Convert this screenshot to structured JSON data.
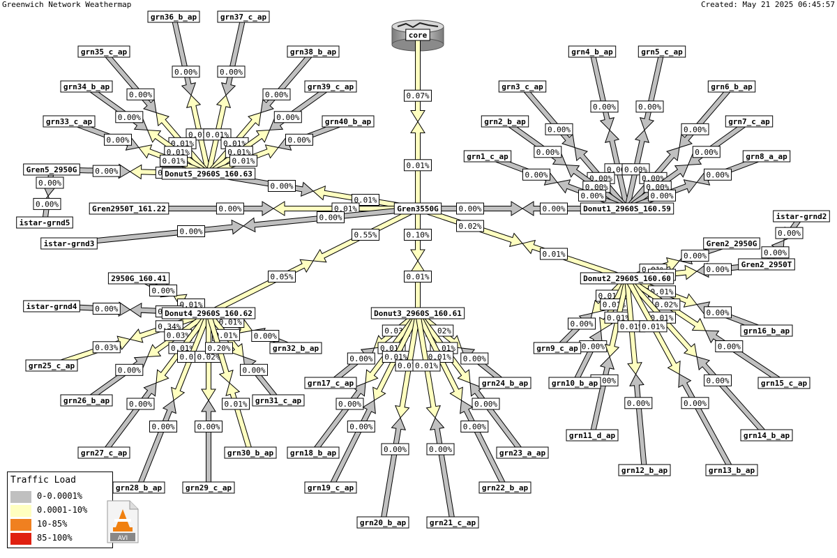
{
  "header": {
    "title": "Greenwich Network Weathermap",
    "created": "Created: May 21 2025 06:45:57"
  },
  "legend": {
    "title": "Traffic Load",
    "items": [
      {
        "label": "0-0.0001%",
        "color": "#c0c0c0"
      },
      {
        "label": "0.0001-10%",
        "color": "#ffffc0"
      },
      {
        "label": "10-85%",
        "color": "#f08020"
      },
      {
        "label": "85-100%",
        "color": "#e02010"
      }
    ]
  },
  "colors": {
    "grey": "#c0c0c0",
    "yellow": "#ffffc0"
  },
  "avi_label": "AVI",
  "nodes": [
    {
      "id": "core",
      "label": "core"
    },
    {
      "id": "gren3550",
      "label": "Gren3550G"
    },
    {
      "id": "d5",
      "label": "Donut5_2960S_160.63"
    },
    {
      "id": "d1",
      "label": "Donut1_2960S_160.59"
    },
    {
      "id": "d2",
      "label": "Donut2_2960S_160.60"
    },
    {
      "id": "d3",
      "label": "Donut3_2960S_160.61"
    },
    {
      "id": "d4",
      "label": "Donut4_2960S_160.62"
    },
    {
      "id": "g2950t161",
      "label": "Gren2950T_161.22"
    },
    {
      "id": "g5_2950",
      "label": "Gren5_2950G"
    },
    {
      "id": "ig5",
      "label": "istar-grnd5"
    },
    {
      "id": "ig3",
      "label": "istar-grnd3"
    },
    {
      "id": "ig4",
      "label": "istar-grnd4"
    },
    {
      "id": "ig2",
      "label": "istar-grnd2"
    },
    {
      "id": "g2_2950g",
      "label": "Gren2_2950G"
    },
    {
      "id": "g2_2950t",
      "label": "Gren2_2950T"
    },
    {
      "id": "n2950g160",
      "label": "2950G_160.41"
    },
    {
      "id": "grn36",
      "label": "grn36_b_ap"
    },
    {
      "id": "grn37",
      "label": "grn37_c_ap"
    },
    {
      "id": "grn35",
      "label": "grn35_c_ap"
    },
    {
      "id": "grn38",
      "label": "grn38_b_ap"
    },
    {
      "id": "grn34",
      "label": "grn34_b_ap"
    },
    {
      "id": "grn39",
      "label": "grn39_c_ap"
    },
    {
      "id": "grn33",
      "label": "grn33_c_ap"
    },
    {
      "id": "grn40",
      "label": "grn40_b_ap"
    },
    {
      "id": "grn4",
      "label": "grn4_b_ap"
    },
    {
      "id": "grn5",
      "label": "grn5_c_ap"
    },
    {
      "id": "grn3",
      "label": "grn3_c_ap"
    },
    {
      "id": "grn6",
      "label": "grn6_b_ap"
    },
    {
      "id": "grn2",
      "label": "grn2_b_ap"
    },
    {
      "id": "grn7",
      "label": "grn7_c_ap"
    },
    {
      "id": "grn1",
      "label": "grn1_c_ap"
    },
    {
      "id": "grn8",
      "label": "grn8_a_ap"
    },
    {
      "id": "grn16",
      "label": "grn16_b_ap"
    },
    {
      "id": "grn9",
      "label": "grn9_c_ap"
    },
    {
      "id": "grn10",
      "label": "grn10_b_ap"
    },
    {
      "id": "grn15",
      "label": "grn15_c_ap"
    },
    {
      "id": "grn11",
      "label": "grn11_d_ap"
    },
    {
      "id": "grn14",
      "label": "grn14_b_ap"
    },
    {
      "id": "grn12",
      "label": "grn12_b_ap"
    },
    {
      "id": "grn13",
      "label": "grn13_b_ap"
    },
    {
      "id": "grn17",
      "label": "grn17_c_ap"
    },
    {
      "id": "grn24",
      "label": "grn24_b_ap"
    },
    {
      "id": "grn18",
      "label": "grn18_b_ap"
    },
    {
      "id": "grn23",
      "label": "grn23_a_ap"
    },
    {
      "id": "grn19",
      "label": "grn19_c_ap"
    },
    {
      "id": "grn22",
      "label": "grn22_b_ap"
    },
    {
      "id": "grn20",
      "label": "grn20_b_ap"
    },
    {
      "id": "grn21",
      "label": "grn21_c_ap"
    },
    {
      "id": "grn32",
      "label": "grn32_b_ap"
    },
    {
      "id": "grn31",
      "label": "grn31_c_ap"
    },
    {
      "id": "grn25",
      "label": "grn25_c_ap"
    },
    {
      "id": "grn26",
      "label": "grn26_b_ap"
    },
    {
      "id": "grn27",
      "label": "grn27_c_ap"
    },
    {
      "id": "grn28",
      "label": "grn28_b_ap"
    },
    {
      "id": "grn29",
      "label": "grn29_c_ap"
    },
    {
      "id": "grn30",
      "label": "grn30_b_ap"
    }
  ],
  "links": [
    {
      "from": "gren3550",
      "to": "core",
      "out": "0.01%",
      "in": "0.07%"
    },
    {
      "from": "gren3550",
      "to": "d5",
      "out": "0.01%",
      "in": "0.00%"
    },
    {
      "from": "gren3550",
      "to": "d1",
      "out": "0.00%",
      "in": "0.00%"
    },
    {
      "from": "gren3550",
      "to": "d2",
      "out": "0.02%",
      "in": "0.01%"
    },
    {
      "from": "gren3550",
      "to": "d3",
      "out": "0.10%",
      "in": "0.01%"
    },
    {
      "from": "gren3550",
      "to": "d4",
      "out": "0.55%",
      "in": "0.05%"
    },
    {
      "from": "gren3550",
      "to": "g2950t161",
      "out": "0.01%",
      "in": "0.00%"
    },
    {
      "from": "gren3550",
      "to": "ig3",
      "out": "0.00%",
      "in": "0.00%"
    },
    {
      "from": "d5",
      "to": "grn36",
      "out": "0.01%",
      "in": "0.00%"
    },
    {
      "from": "d5",
      "to": "grn37",
      "out": "0.01%",
      "in": "0.00%"
    },
    {
      "from": "d5",
      "to": "grn35",
      "out": "0.01%",
      "in": "0.00%"
    },
    {
      "from": "d5",
      "to": "grn38",
      "out": "0.01%",
      "in": "0.00%"
    },
    {
      "from": "d5",
      "to": "grn34",
      "out": "0.01%",
      "in": "0.00%"
    },
    {
      "from": "d5",
      "to": "grn39",
      "out": "0.01%",
      "in": "0.00%"
    },
    {
      "from": "d5",
      "to": "grn33",
      "out": "0.01%",
      "in": "0.00%"
    },
    {
      "from": "d5",
      "to": "grn40",
      "out": "0.01%",
      "in": "0.00%"
    },
    {
      "from": "d5",
      "to": "g5_2950",
      "out": "0.01%",
      "in": "0.00%"
    },
    {
      "from": "g5_2950",
      "to": "ig5",
      "out": "0.00%",
      "in": "0.00%"
    },
    {
      "from": "d1",
      "to": "grn4",
      "out": "0.00%",
      "in": "0.00%"
    },
    {
      "from": "d1",
      "to": "grn5",
      "out": "0.00%",
      "in": "0.00%"
    },
    {
      "from": "d1",
      "to": "grn3",
      "out": "0.00%",
      "in": "0.00%"
    },
    {
      "from": "d1",
      "to": "grn6",
      "out": "0.00%",
      "in": "0.00%"
    },
    {
      "from": "d1",
      "to": "grn2",
      "out": "0.00%",
      "in": "0.00%"
    },
    {
      "from": "d1",
      "to": "grn7",
      "out": "0.00%",
      "in": "0.00%"
    },
    {
      "from": "d1",
      "to": "grn1",
      "out": "0.00%",
      "in": "0.00%"
    },
    {
      "from": "d1",
      "to": "grn8",
      "out": "0.00%",
      "in": "0.00%"
    },
    {
      "from": "d2",
      "to": "g2_2950g",
      "out": "0.01%",
      "in": "0.00%"
    },
    {
      "from": "d2",
      "to": "g2_2950t",
      "out": "0.01%",
      "in": "0.00%"
    },
    {
      "from": "g2_2950t",
      "to": "ig2",
      "out": "0.00%",
      "in": "0.00%"
    },
    {
      "from": "d2",
      "to": "grn16",
      "out": "0.01%",
      "in": "0.00%"
    },
    {
      "from": "d2",
      "to": "grn9",
      "out": "0.01%",
      "in": "0.00%"
    },
    {
      "from": "d2",
      "to": "grn10",
      "out": "0.01%",
      "in": "0.00%"
    },
    {
      "from": "d2",
      "to": "grn15",
      "out": "0.02%",
      "in": "0.00%"
    },
    {
      "from": "d2",
      "to": "grn11",
      "out": "0.01%",
      "in": "0.00%"
    },
    {
      "from": "d2",
      "to": "grn14",
      "out": "0.01%",
      "in": "0.00%"
    },
    {
      "from": "d2",
      "to": "grn12",
      "out": "0.01%",
      "in": "0.00%"
    },
    {
      "from": "d2",
      "to": "grn13",
      "out": "0.01%",
      "in": "0.00%"
    },
    {
      "from": "d3",
      "to": "grn17",
      "out": "0.03%",
      "in": "0.00%"
    },
    {
      "from": "d3",
      "to": "grn24",
      "out": "0.02%",
      "in": "0.00%"
    },
    {
      "from": "d3",
      "to": "grn18",
      "out": "0.01%",
      "in": "0.00%"
    },
    {
      "from": "d3",
      "to": "grn23",
      "out": "0.01%",
      "in": "0.00%"
    },
    {
      "from": "d3",
      "to": "grn19",
      "out": "0.01%",
      "in": "0.00%"
    },
    {
      "from": "d3",
      "to": "grn22",
      "out": "0.01%",
      "in": "0.00%"
    },
    {
      "from": "d3",
      "to": "grn20",
      "out": "0.07%",
      "in": "0.00%"
    },
    {
      "from": "d3",
      "to": "grn21",
      "out": "0.01%",
      "in": "0.00%"
    },
    {
      "from": "d4",
      "to": "n2950g160",
      "out": "0.01%",
      "in": "0.00%"
    },
    {
      "from": "d4",
      "to": "ig4",
      "out": "0.00%",
      "in": "0.00%"
    },
    {
      "from": "d4",
      "to": "grn32",
      "out": "0.01%",
      "in": "0.00%"
    },
    {
      "from": "d4",
      "to": "grn31",
      "out": "0.01%",
      "in": "0.00%"
    },
    {
      "from": "d4",
      "to": "grn25",
      "out": "0.34%",
      "in": "0.03%"
    },
    {
      "from": "d4",
      "to": "grn26",
      "out": "0.03%",
      "in": "0.00%"
    },
    {
      "from": "d4",
      "to": "grn27",
      "out": "0.01%",
      "in": "0.00%"
    },
    {
      "from": "d4",
      "to": "grn28",
      "out": "0.01%",
      "in": "0.00%"
    },
    {
      "from": "d4",
      "to": "grn29",
      "out": "0.02%",
      "in": "0.00%"
    },
    {
      "from": "d4",
      "to": "grn30",
      "out": "0.20%",
      "in": "0.01%"
    }
  ]
}
